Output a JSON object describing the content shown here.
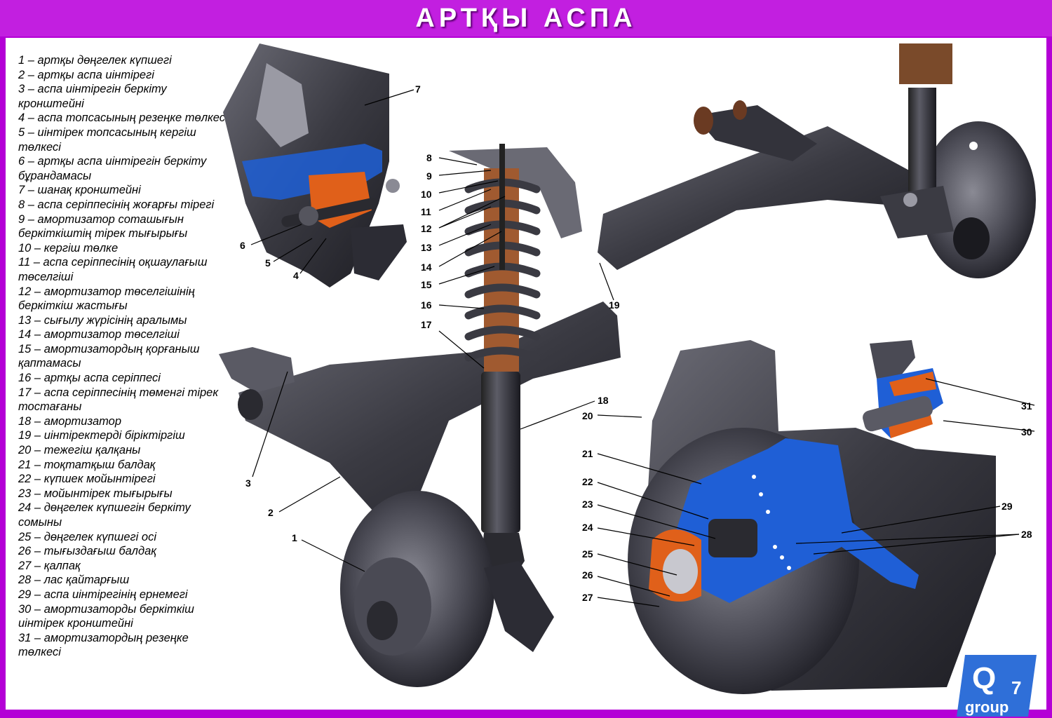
{
  "header": {
    "title": "АРТҚЫ АСПА"
  },
  "legend": [
    "1 – артқы дөңгелек күпшегі",
    "2 – артқы аспа иінтірегі",
    "3 – аспа иінтірегін беркіту кронштейні",
    "4 – аспа топсасының резеңке төлкесі",
    "5 – иінтірек топсасының кергіш төлкесі",
    "6 – артқы аспа иінтірегін беркіту бұрандамасы",
    "7 – шанақ кронштейні",
    "8 – аспа серіппесінің жоғарғы тірегі",
    "9 – амортизатор соташығын беркіткіштің тірек тығырығы",
    "10 – кергіш төлке",
    "11 – аспа серіппесінің оқшаулағыш төселгіші",
    "12 – амортизатор төселгішінің беркіткіш жастығы",
    "13 – сығылу жүрісінің аралымы",
    "14  – амортизатор төселгіші",
    "15 – амортизатордың қорғаныш қаптамасы",
    "16 – артқы аспа серіппесі",
    "17  – аспа серіппесінің төменгі тірек тостағаны",
    "18 – амортизатор",
    "19 – иінтіректерді біріктіргіш",
    "20 – тежегіш қалқаны",
    "21 – тоқтатқыш балдақ",
    "22 – күпшек мойынтірегі",
    "23 – мойынтірек тығырығы",
    "24 – дөңгелек күпшегін беркіту сомыны",
    "25 – дөңгелек күпшегі осі",
    "26 – тығыздағыш балдақ",
    "27 – қалпақ",
    "28 – лас қайтарғыш",
    "29 – аспа иінтірегінің ернемегі",
    "30 – амортизаторды беркіткіш иінтірек кронштейні",
    "31 – амортизатордың резеңке төлкесі"
  ],
  "callouts": {
    "c1": "1",
    "c2": "2",
    "c3": "3",
    "c4": "4",
    "c5": "5",
    "c6": "6",
    "c7": "7",
    "c8": "8",
    "c9": "9",
    "c10": "10",
    "c11": "11",
    "c12": "12",
    "c13": "13",
    "c14": "14",
    "c15": "15",
    "c16": "16",
    "c17": "17",
    "c18": "18",
    "c19": "19",
    "c20": "20",
    "c21": "21",
    "c22": "22",
    "c23": "23",
    "c24": "24",
    "c25": "25",
    "c26": "26",
    "c27": "27",
    "c28": "28",
    "c29": "29",
    "c30": "30",
    "c31": "31"
  },
  "logo": {
    "letter": "Q",
    "number": "7",
    "word": "group"
  },
  "colors": {
    "frame": "#b400d6",
    "metal": "#3c3c44",
    "cutaway": "#1f5fd6",
    "rubber": "#e0601a"
  }
}
